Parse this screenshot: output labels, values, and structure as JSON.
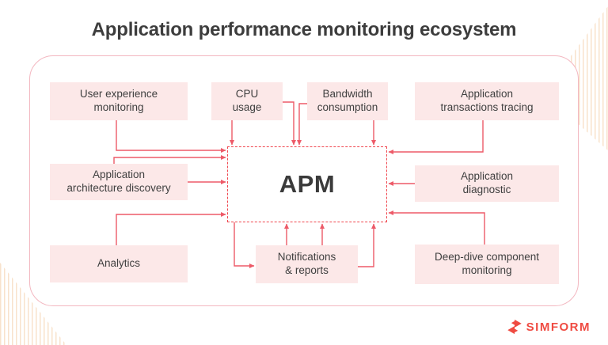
{
  "title": "Application performance monitoring ecosystem",
  "diagram": {
    "center": {
      "label": "APM"
    },
    "nodes": {
      "user_experience_monitoring": {
        "label": "User experience\nmonitoring"
      },
      "cpu_usage": {
        "label": "CPU\nusage"
      },
      "bandwidth_consumption": {
        "label": "Bandwidth\nconsumption"
      },
      "application_transactions_tracing": {
        "label": "Application\ntransactions tracing"
      },
      "application_architecture_discovery": {
        "label": "Application\narchitecture discovery"
      },
      "application_diagnostic": {
        "label": "Application\ndiagnostic"
      },
      "analytics": {
        "label": "Analytics"
      },
      "notifications_reports": {
        "label": "Notifications\n& reports"
      },
      "deep_dive_component_monitoring": {
        "label": "Deep-dive component\nmonitoring"
      }
    }
  },
  "branding": {
    "logo_text": "SIMFORM"
  },
  "colors": {
    "accent_red_dashed_border": "#f0474f",
    "arrow_line": "#ed5a68",
    "node_fill": "#fce8e8",
    "node_text": "#3f3f3f",
    "title_text": "#3d3d3d",
    "container_border": "#f3b7c0",
    "corner_stripes": "#f5d3b0",
    "logo_red": "#ef4b42"
  }
}
